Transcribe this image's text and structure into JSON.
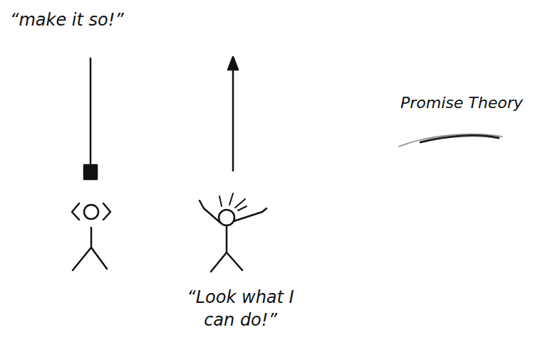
{
  "diagram": {
    "title": "Promise Theory",
    "labels": [
      "“make it so!”",
      "“Look what I can do!”"
    ]
  }
}
